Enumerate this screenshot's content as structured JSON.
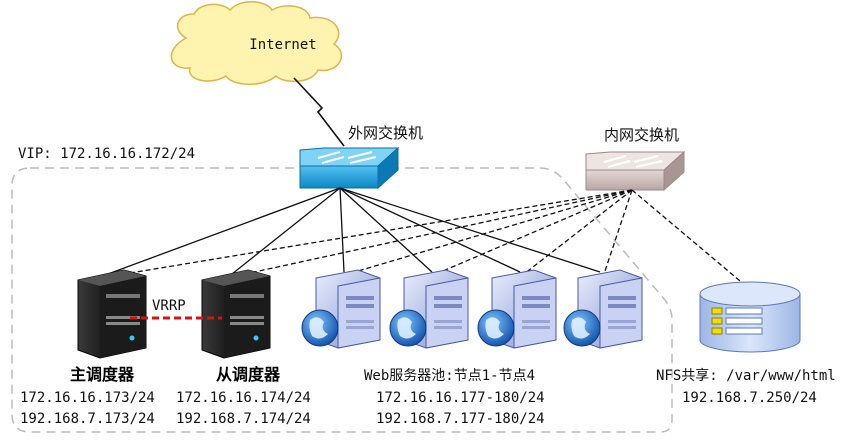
{
  "internet": {
    "label": "Internet"
  },
  "vip": {
    "label": "VIP: 172.16.16.172/24"
  },
  "switches": {
    "external": {
      "label": "外网交换机"
    },
    "internal": {
      "label": "内网交换机"
    }
  },
  "link": {
    "label": "VRRP"
  },
  "master": {
    "title": "主调度器",
    "ip_ext": "172.16.16.173/24",
    "ip_int": "192.168.7.173/24"
  },
  "backup": {
    "title": "从调度器",
    "ip_ext": "172.16.16.174/24",
    "ip_int": "192.168.7.174/24"
  },
  "web_pool": {
    "title": "Web服务器池:节点1-节点4",
    "ip_ext": "172.16.16.177-180/24",
    "ip_int": "192.168.7.177-180/24",
    "node_count": 4
  },
  "nfs": {
    "title": "NFS共享: /var/www/html",
    "ip": "192.168.7.250/24"
  },
  "colors": {
    "external_switch": "#1a9ad6",
    "internal_switch": "#c8b8b6",
    "vrrp_link": "#e01010",
    "cloud_fill": "#fff3b0",
    "cloud_stroke": "#e0b24a"
  }
}
